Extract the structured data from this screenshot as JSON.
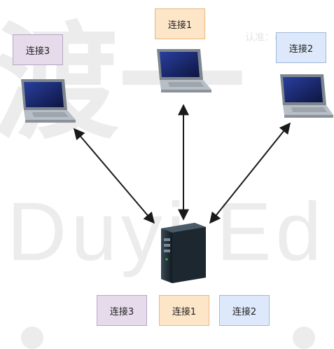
{
  "watermark": {
    "chinese": "渡一",
    "latin": "Duyi Ed",
    "small": "认准：dr"
  },
  "nodes": {
    "top_left_label": "连接3",
    "top_center_label": "连接1",
    "top_right_label": "连接2"
  },
  "legend": {
    "items": [
      {
        "label": "连接3",
        "color": "#e5dbeb"
      },
      {
        "label": "连接1",
        "color": "#fde5c8"
      },
      {
        "label": "连接2",
        "color": "#dde9fb"
      }
    ]
  },
  "colors": {
    "arrow": "#1a1a1a",
    "server_body": "#1f2a33",
    "laptop_body": "#9aa3ad",
    "screen": "#1a2a6b"
  },
  "icons": {
    "laptops": "laptop-icon",
    "server": "server-icon"
  }
}
